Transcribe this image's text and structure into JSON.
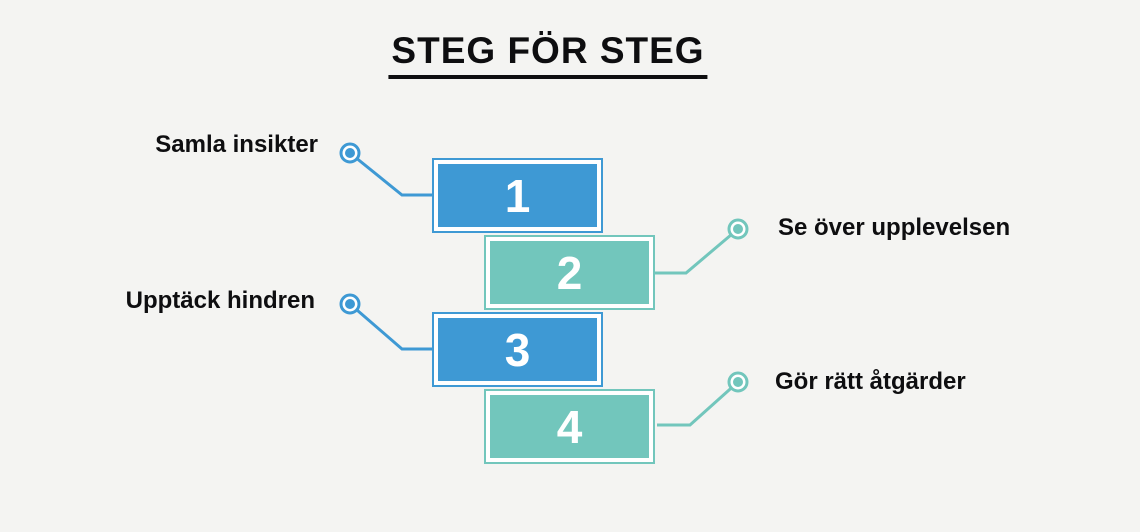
{
  "title": "STEG FÖR STEG",
  "colors": {
    "blue": "#3E99D4",
    "teal": "#72C6BC",
    "background": "#F4F4F2",
    "text": "#0E0E10",
    "white": "#FFFFFF"
  },
  "steps": [
    {
      "number": "1",
      "label": "Samla insikter",
      "side": "left",
      "color": "blue"
    },
    {
      "number": "2",
      "label": "Se över upplevelsen",
      "side": "right",
      "color": "teal"
    },
    {
      "number": "3",
      "label": "Upptäck hindren",
      "side": "left",
      "color": "blue"
    },
    {
      "number": "4",
      "label": "Gör rätt åtgärder",
      "side": "right",
      "color": "teal"
    }
  ]
}
